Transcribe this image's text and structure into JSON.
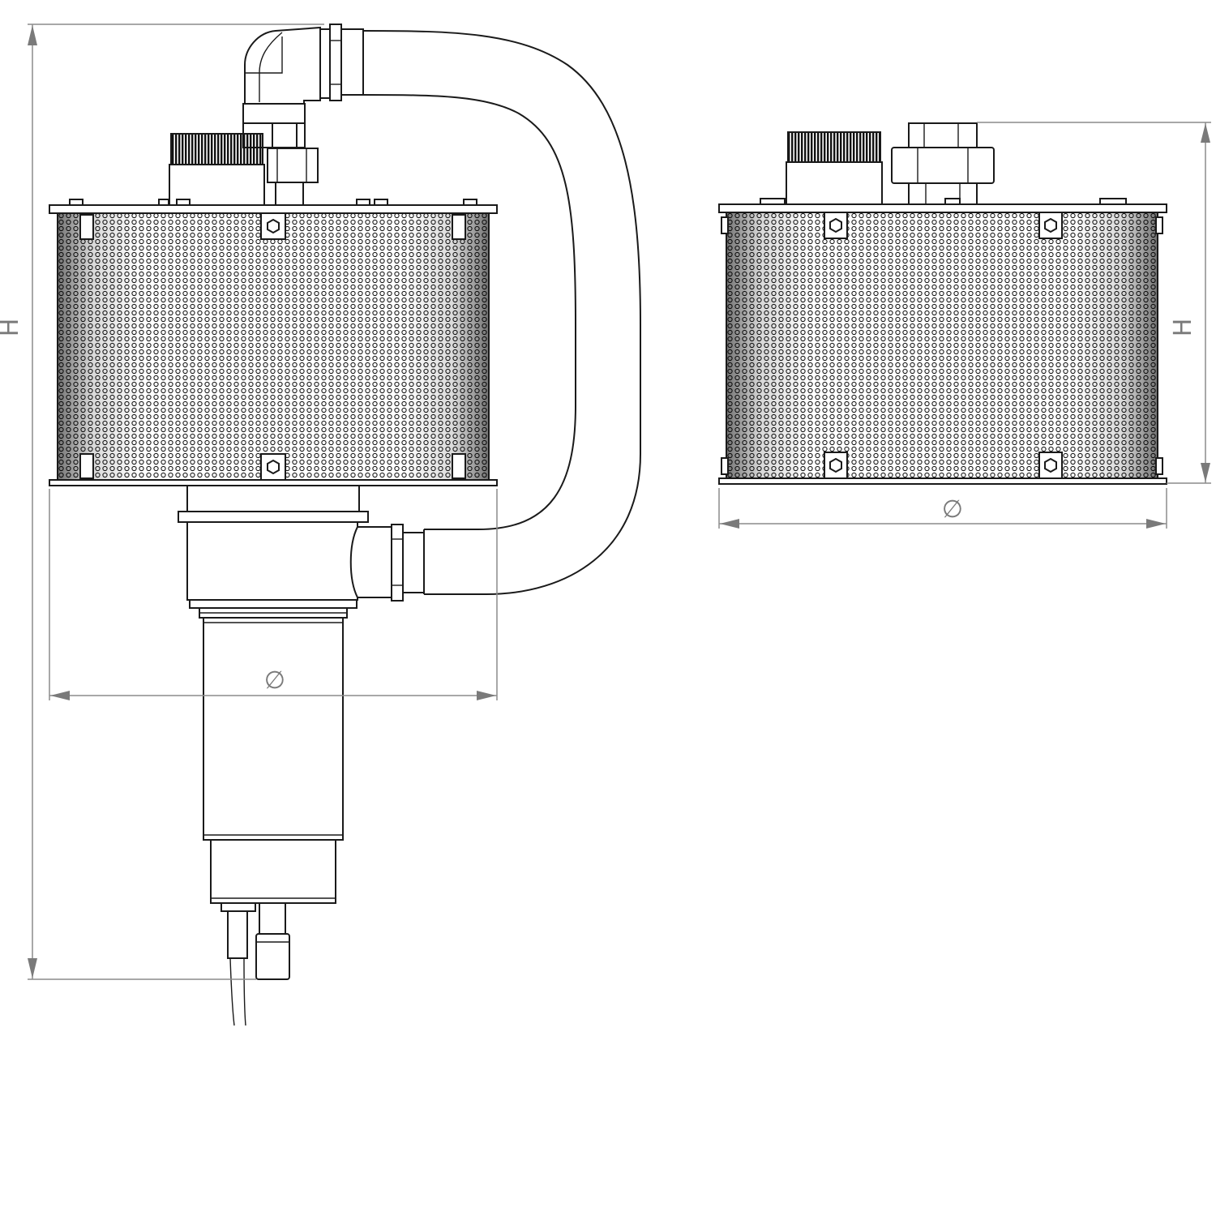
{
  "labels": {
    "height_left": "H",
    "height_right": "H",
    "diameter_left": "∅",
    "diameter_right": "∅"
  },
  "colors": {
    "line": "#1a1a1a",
    "dimension": "#8c8c8c",
    "background": "#ffffff"
  },
  "icons": {
    "perforation": "circle-hole",
    "mount_bolt": "hex-bolt"
  }
}
